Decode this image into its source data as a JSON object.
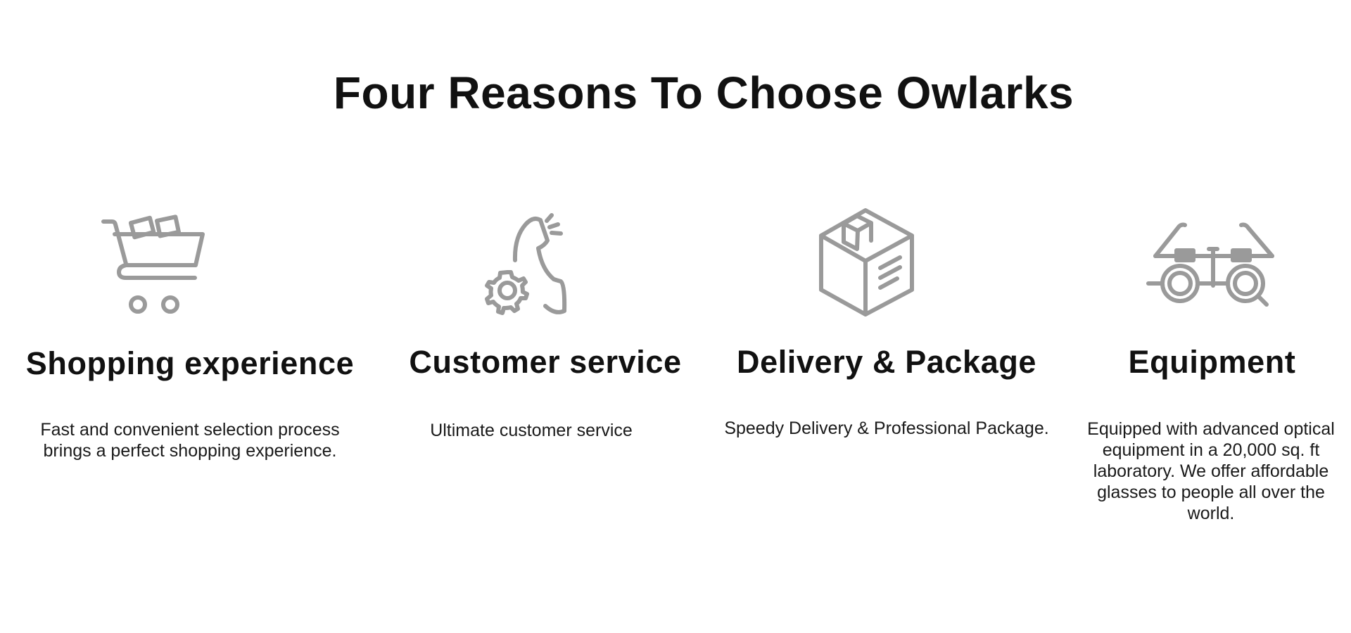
{
  "page": {
    "title": "Four Reasons To Choose Owlarks"
  },
  "colors": {
    "icon_gray": "#9a9a9a",
    "text": "#111111",
    "background": "#ffffff"
  },
  "features": [
    {
      "icon": "shopping-cart-icon",
      "heading": "Shopping experience",
      "description": "Fast and convenient selection process brings a perfect shopping experience."
    },
    {
      "icon": "phone-gear-icon",
      "heading": "Customer service",
      "description": "Ultimate customer service"
    },
    {
      "icon": "package-box-icon",
      "heading": "Delivery & Package",
      "description": "Speedy Delivery & Professional Package."
    },
    {
      "icon": "optical-glasses-icon",
      "heading": "Equipment",
      "description": "Equipped with advanced optical equipment in a 20,000 sq. ft laboratory. We offer affordable glasses to people all over the world."
    }
  ]
}
